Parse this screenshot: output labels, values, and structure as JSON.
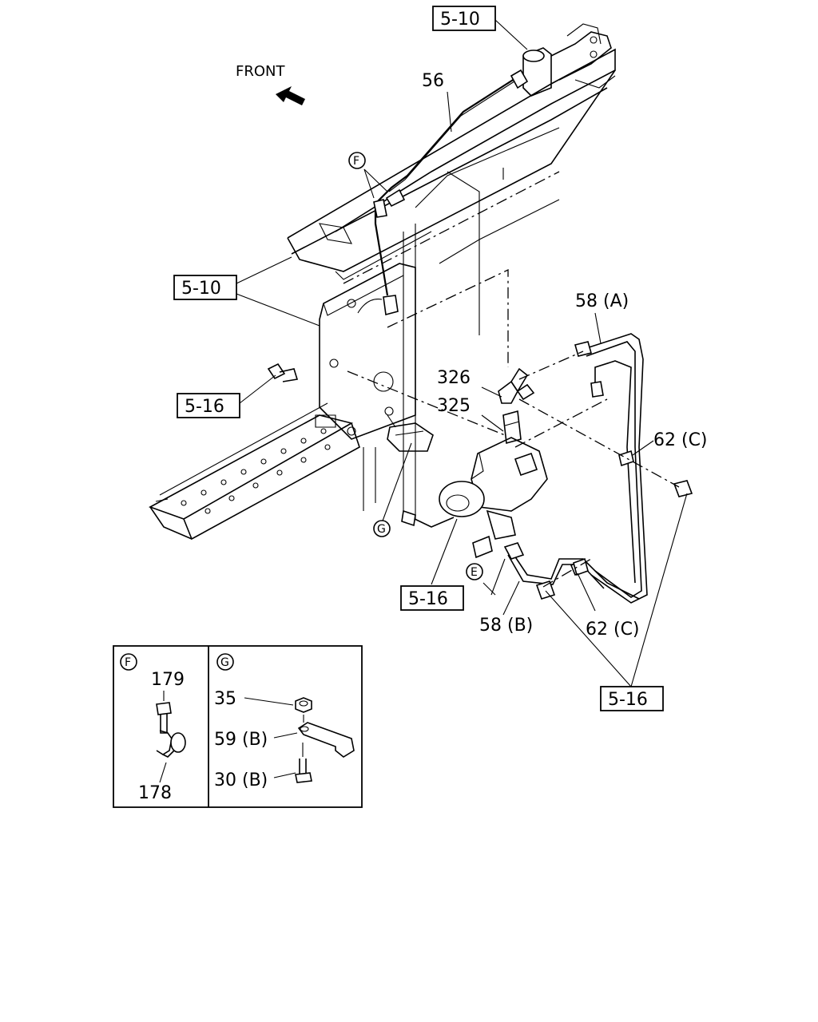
{
  "direction": {
    "front_label": "FRONT"
  },
  "refs": {
    "ref_top": "5-10",
    "ref_left": "5-10",
    "ref_mid_left": "5-16",
    "ref_center": "5-16",
    "ref_bottom_right": "5-16"
  },
  "parts": {
    "p56": "56",
    "p58a": "58 (A)",
    "p326": "326",
    "p325": "325",
    "p62c_top": "62 (C)",
    "p58b": "58 (B)",
    "p62c_bottom": "62 (C)"
  },
  "callouts": {
    "f": "F",
    "g": "G",
    "e": "E"
  },
  "detail_f": {
    "tag": "F",
    "part_179": "179",
    "part_178": "178"
  },
  "detail_g": {
    "tag": "G",
    "part_35": "35",
    "part_59b": "59 (B)",
    "part_30b": "30 (B)"
  }
}
